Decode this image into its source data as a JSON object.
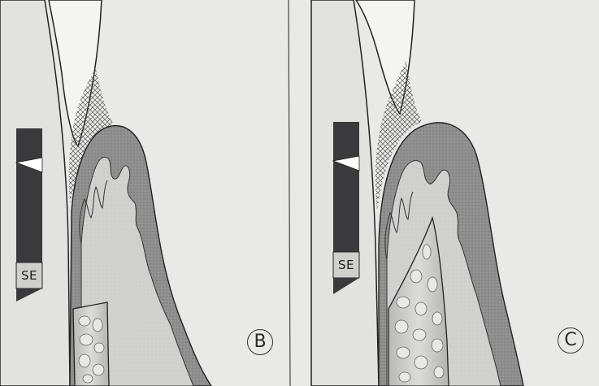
{
  "panels": [
    {
      "letter": "B",
      "marker_label": "SE"
    },
    {
      "letter": "C",
      "marker_label": "SE"
    }
  ],
  "colors": {
    "background": "#e9e9e7",
    "gingiva_dark": "#8f8f8f",
    "connective_tissue": "#d0d0cd",
    "tooth": "#efefed",
    "marker_bar": "#3a3a3c",
    "bone": "#cfcfcd"
  }
}
